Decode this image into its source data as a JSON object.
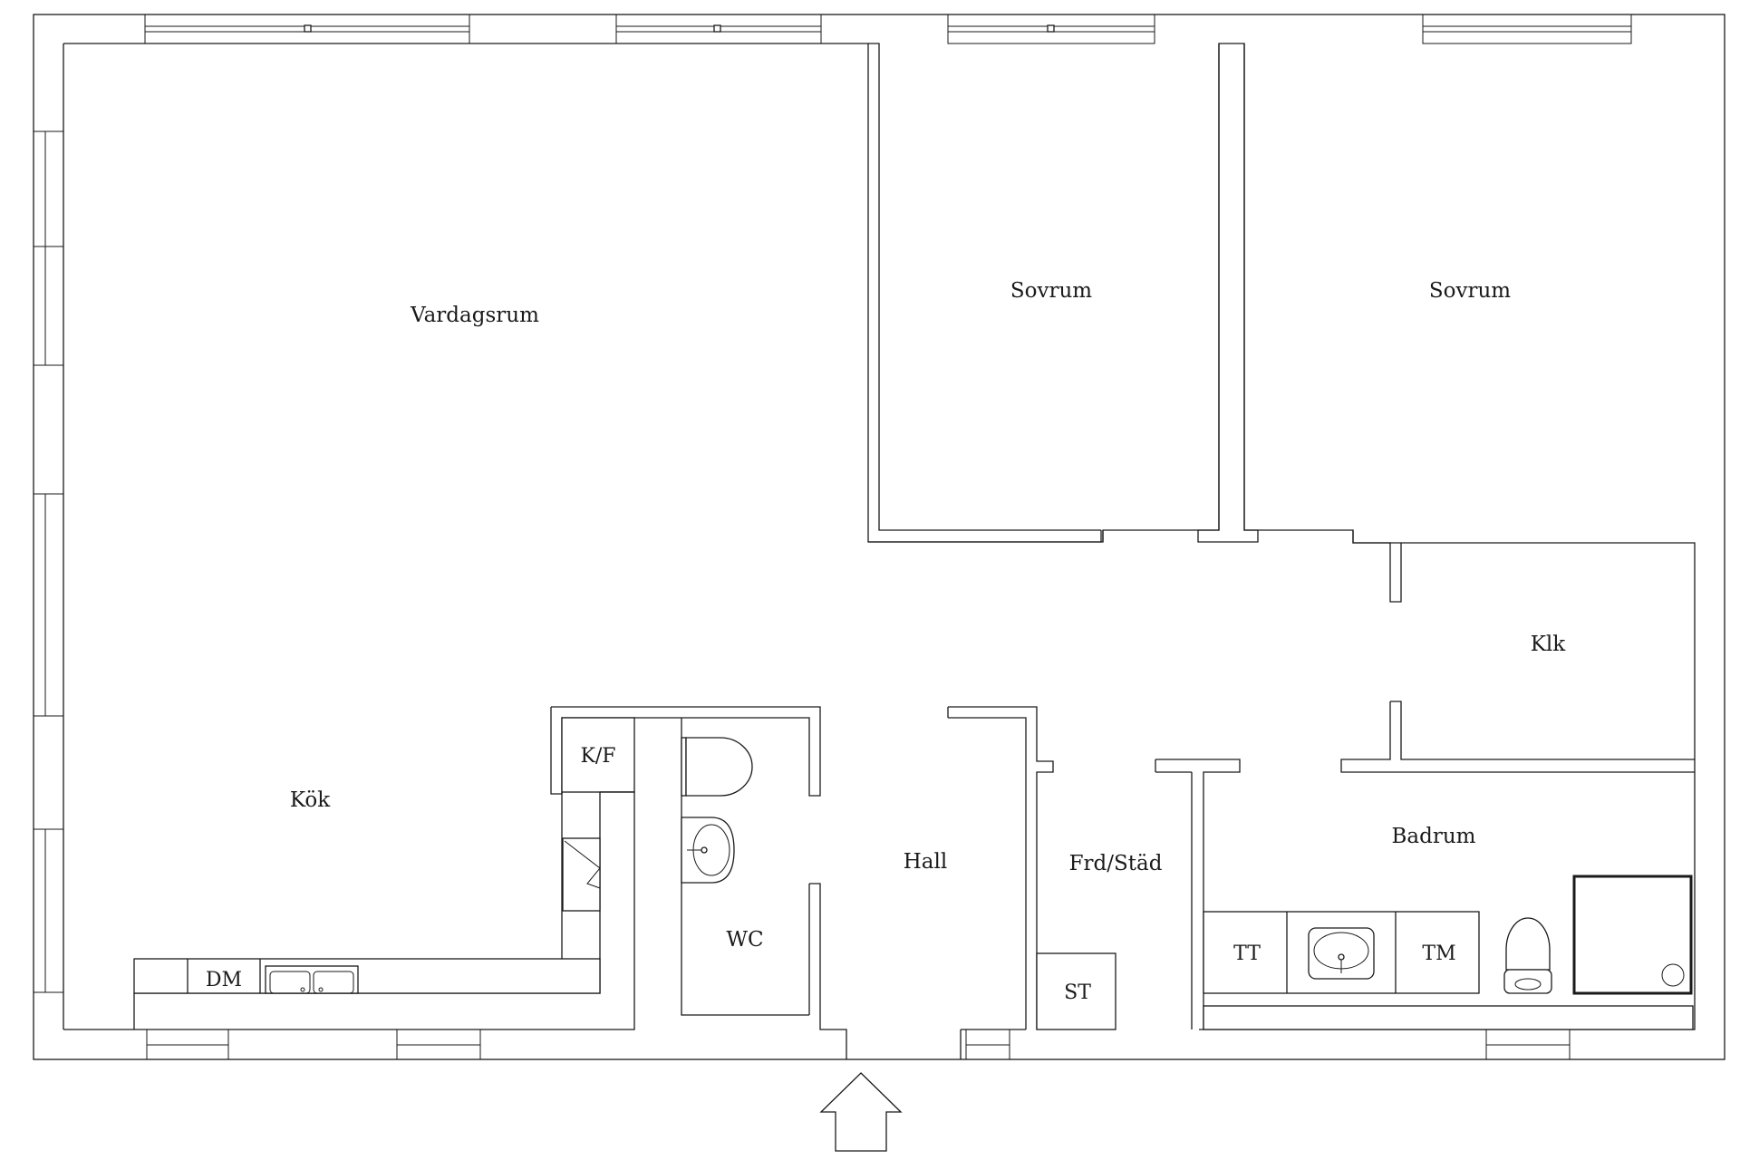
{
  "rooms": {
    "vardagsrum": "Vardagsrum",
    "sovrum_1": "Sovrum",
    "sovrum_2": "Sovrum",
    "klk": "Klk",
    "kok": "Kök",
    "hall": "Hall",
    "frd_stad": "Frd/Städ",
    "wc": "WC",
    "badrum": "Badrum"
  },
  "fixtures": {
    "kf": "K/F",
    "dm": "DM",
    "st": "ST",
    "tt": "TT",
    "tm": "TM"
  },
  "icons": {
    "entrance": "entrance-arrow-icon"
  },
  "colors": {
    "line": "#1a1a1a",
    "background": "#ffffff"
  }
}
